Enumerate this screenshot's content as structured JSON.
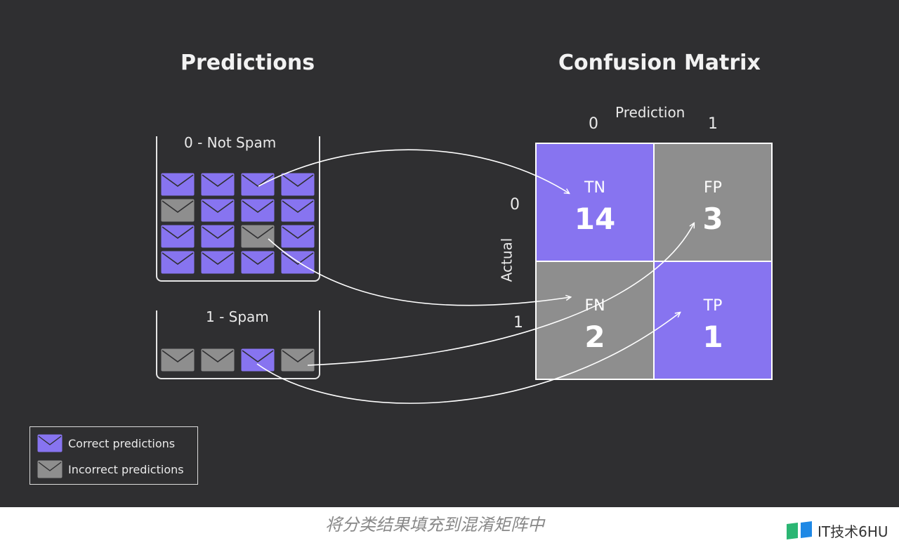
{
  "predictions": {
    "title": "Predictions",
    "bins": [
      {
        "label": "0 - Not Spam",
        "grid": [
          [
            "correct",
            "correct",
            "correct",
            "correct"
          ],
          [
            "incorrect",
            "correct",
            "correct",
            "correct"
          ],
          [
            "correct",
            "correct",
            "incorrect",
            "correct"
          ],
          [
            "correct",
            "correct",
            "correct",
            "correct"
          ]
        ]
      },
      {
        "label": "1 - Spam",
        "grid": [
          [
            "incorrect",
            "incorrect",
            "correct",
            "incorrect"
          ]
        ]
      }
    ]
  },
  "confusion_matrix": {
    "title": "Confusion Matrix",
    "prediction_axis_label": "Prediction",
    "actual_axis_label": "Actual",
    "col_labels": [
      "0",
      "1"
    ],
    "row_labels": [
      "0",
      "1"
    ],
    "cells": [
      [
        {
          "code": "TN",
          "value": "14",
          "kind": "correct"
        },
        {
          "code": "FP",
          "value": "3",
          "kind": "incorrect"
        }
      ],
      [
        {
          "code": "FN",
          "value": "2",
          "kind": "incorrect"
        },
        {
          "code": "TP",
          "value": "1",
          "kind": "correct"
        }
      ]
    ]
  },
  "legend": [
    {
      "label": "Correct predictions",
      "kind": "correct"
    },
    {
      "label": "Incorrect predictions",
      "kind": "incorrect"
    }
  ],
  "colors": {
    "background": "#2f2f31",
    "correct": "#8774f0",
    "incorrect": "#8e8e8e",
    "line": "#ffffff"
  },
  "caption": "将分类结果填充到混淆矩阵中",
  "watermark": "IT技术6HU"
}
